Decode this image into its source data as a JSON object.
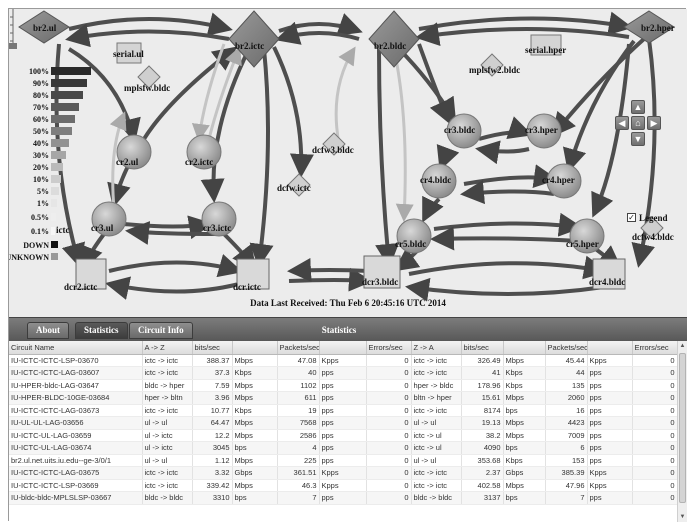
{
  "status": {
    "date_line": "Data Last Received: Thu Feb  6 20:45:16 UTC 2014"
  },
  "legend": {
    "levels": [
      "100%",
      "90%",
      "80%",
      "70%",
      "60%",
      "50%",
      "40%",
      "30%",
      "20%",
      "10%",
      "5%",
      "1%",
      "0.5%",
      "0.1%",
      "DOWN",
      "UNKNOWN"
    ],
    "toggle_label": "Legend",
    "toggle_checked": true
  },
  "nodes": {
    "br2_ul": "br2.ul",
    "serial_ul": "serial.ul",
    "br2_ictc": "br2.ictc",
    "mplsfw_bldc": "mplsfw.bldc",
    "br2_bldc": "br2.bldc",
    "mplsfw2_bldc": "mplsfw2.bldc",
    "serial_hper": "serial.hper",
    "br2_hper": "br2.hper",
    "cr2_ul": "cr2.ul",
    "cr2_ictc": "cr2.ictc",
    "dcfw3_bldc": "dcfw3.bldc",
    "cr3_bldc": "cr3.bldc",
    "cr3_hper": "cr3.hper",
    "dcfw_ictc": "dcfw.ictc",
    "cr4_bldc": "cr4.bldc",
    "cr4_hper": "cr4.hper",
    "cr3_ul": "cr3.ul",
    "cr3_ictc": "cr3.ictc",
    "cr5_bldc": "cr5.bldc",
    "cr5_hper": "cr5.hper",
    "dcfw4_bldc": "dcfw4.bldc",
    "dcr2_ictc": "dcr2.ictc",
    "dcr_ictc": "dcr.ictc",
    "dcr3_bldc": "dcr3.bldc",
    "dcr4_bldc": "dcr4.bldc",
    "ictc_partial": "ictc"
  },
  "tabs": {
    "about": "About",
    "statistics": "Statistics",
    "circuit_info": "Circuit Info",
    "panel_title": "Statistics"
  },
  "table": {
    "headers": [
      "Circuit Name",
      "A -> Z",
      "bits/sec",
      "",
      "Packets/sec",
      "",
      "Errors/sec",
      "Z -> A",
      "bits/sec",
      "",
      "Packets/sec",
      "",
      "Errors/sec"
    ],
    "rows": [
      [
        "IU-ICTC-ICTC-LSP-03670",
        "ictc -> ictc",
        "388.37",
        "Mbps",
        "47.08",
        "Kpps",
        "0",
        "ictc -> ictc",
        "326.49",
        "Mbps",
        "45.44",
        "Kpps",
        "0"
      ],
      [
        "IU-ICTC-ICTC-LAG-03607",
        "ictc -> ictc",
        "37.3",
        "Kbps",
        "40",
        "pps",
        "0",
        "ictc -> ictc",
        "41",
        "Kbps",
        "44",
        "pps",
        "0"
      ],
      [
        "IU-HPER-bldc-LAG-03647",
        "bldc -> hper",
        "7.59",
        "Mbps",
        "1102",
        "pps",
        "0",
        "hper -> bldc",
        "178.96",
        "Kbps",
        "135",
        "pps",
        "0"
      ],
      [
        "IU-HPER-BLDC-10GE-03684",
        "hper -> bltn",
        "3.96",
        "Mbps",
        "611",
        "pps",
        "0",
        "bltn -> hper",
        "15.61",
        "Mbps",
        "2060",
        "pps",
        "0"
      ],
      [
        "IU-ICTC-ICTC-LAG-03673",
        "ictc -> ictc",
        "10.77",
        "Kbps",
        "19",
        "pps",
        "0",
        "ictc -> ictc",
        "8174",
        "bps",
        "16",
        "pps",
        "0"
      ],
      [
        "IU-UL-UL-LAG-03656",
        "ul -> ul",
        "64.47",
        "Mbps",
        "7568",
        "pps",
        "0",
        "ul -> ul",
        "19.13",
        "Mbps",
        "4423",
        "pps",
        "0"
      ],
      [
        "IU-ICTC-UL-LAG-03659",
        "ul -> ictc",
        "12.2",
        "Mbps",
        "2586",
        "pps",
        "0",
        "ictc -> ul",
        "38.2",
        "Mbps",
        "7009",
        "pps",
        "0"
      ],
      [
        "IU-ICTC-UL-LAG-03674",
        "ul -> ictc",
        "3045",
        "bps",
        "4",
        "pps",
        "0",
        "ictc -> ul",
        "4090",
        "bps",
        "6",
        "pps",
        "0"
      ],
      [
        "br2.ul.net.uits.iu.edu--ge-3/0/1",
        "ul -> ul",
        "1.12",
        "Mbps",
        "225",
        "pps",
        "0",
        "ul -> ul",
        "353.68",
        "Kbps",
        "153",
        "pps",
        "0"
      ],
      [
        "IU-ICTC-ICTC-LAG-03675",
        "ictc -> ictc",
        "3.32",
        "Gbps",
        "361.51",
        "Kpps",
        "0",
        "ictc -> ictc",
        "2.37",
        "Gbps",
        "385.39",
        "Kpps",
        "0"
      ],
      [
        "IU-ICTC-ICTC-LSP-03669",
        "ictc -> ictc",
        "339.42",
        "Mbps",
        "46.3",
        "Kpps",
        "0",
        "ictc -> ictc",
        "402.58",
        "Mbps",
        "47.96",
        "Kpps",
        "0"
      ],
      [
        "IU-bldc-bldc-MPLSLSP-03667",
        "bldc -> bldc",
        "3310",
        "bps",
        "7",
        "pps",
        "0",
        "bldc -> bldc",
        "3137",
        "bps",
        "7",
        "pps",
        "0"
      ]
    ]
  },
  "colors": {
    "link_dark": "#4a4a4a",
    "link_mid": "#8a8a8a",
    "link_light": "#d0d0d0",
    "router": "#a8a8a8",
    "firewall": "#c8c8c8",
    "panel_bar": "#606060"
  }
}
